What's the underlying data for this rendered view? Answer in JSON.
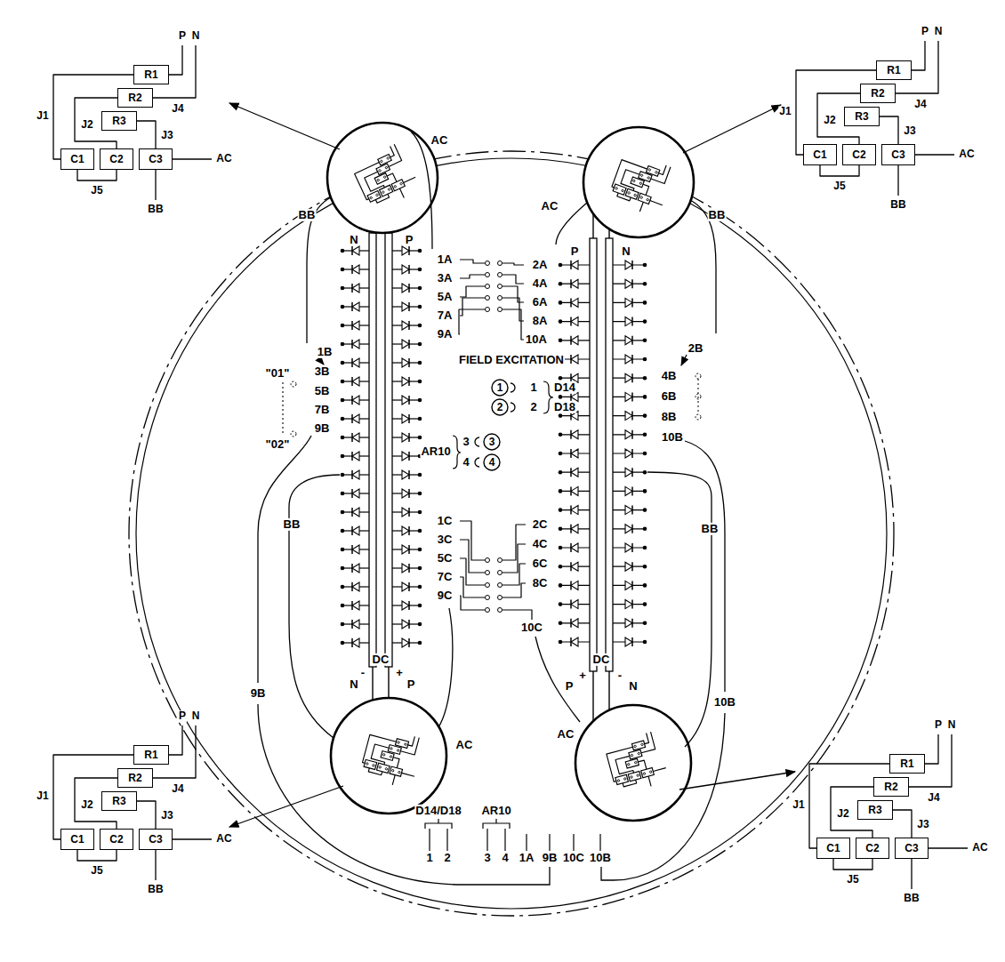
{
  "diagram": {
    "nodes": [
      {
        "text": [
          "R1"
        ]
      },
      {
        "text": [
          "R2"
        ]
      },
      {
        "text": [
          "R3"
        ]
      },
      {
        "text": [
          "C1"
        ]
      },
      {
        "text": [
          "C2"
        ]
      },
      {
        "text": [
          "C3"
        ]
      },
      {
        "text": [
          "R1"
        ]
      },
      {
        "text": [
          "R2"
        ]
      },
      {
        "text": [
          "R3"
        ]
      },
      {
        "text": [
          "C1"
        ]
      },
      {
        "text": [
          "C2"
        ]
      },
      {
        "text": [
          "C3"
        ]
      },
      {
        "text": [
          "1"
        ]
      },
      {
        "text": [
          "2"
        ]
      },
      {
        "text": [
          "3"
        ]
      },
      {
        "text": [
          "4"
        ]
      },
      {
        "text": [
          "R1"
        ]
      },
      {
        "text": [
          "R2"
        ]
      },
      {
        "text": [
          "R3"
        ]
      },
      {
        "text": [
          "C1"
        ]
      },
      {
        "text": [
          "C2"
        ]
      },
      {
        "text": [
          "C3"
        ]
      },
      {
        "text": [
          "R1"
        ]
      },
      {
        "text": [
          "R2"
        ]
      },
      {
        "text": [
          "R3"
        ]
      },
      {
        "text": [
          "C1"
        ]
      },
      {
        "text": [
          "C2"
        ]
      },
      {
        "text": [
          "C3"
        ]
      }
    ],
    "edges": [
      {
        "from": 0,
        "to": 3,
        "arrow": "none"
      },
      {
        "from": 1,
        "to": 4,
        "arrow": "none"
      },
      {
        "from": 2,
        "to": 5,
        "arrow": "none"
      },
      {
        "from": 6,
        "to": 9,
        "arrow": "none"
      },
      {
        "from": 7,
        "to": 10,
        "arrow": "none"
      },
      {
        "from": 8,
        "to": 11,
        "arrow": "none"
      },
      {
        "from": 16,
        "to": 19,
        "arrow": "none"
      },
      {
        "from": 17,
        "to": 20,
        "arrow": "none"
      },
      {
        "from": 18,
        "to": 21,
        "arrow": "none"
      },
      {
        "from": 22,
        "to": 25,
        "arrow": "none"
      },
      {
        "from": 23,
        "to": 26,
        "arrow": "none"
      },
      {
        "from": 24,
        "to": 27,
        "arrow": "none"
      }
    ],
    "labels": [
      "J1",
      "J2",
      "J3",
      "J4",
      "J5",
      "AC",
      "BB",
      "N",
      "P",
      "J1",
      "J2",
      "J3",
      "J4",
      "J5",
      "AC",
      "BB",
      "N",
      "P",
      "AC",
      "BB",
      "N",
      "P",
      "1A",
      "3A",
      "5A",
      "7A",
      "9A",
      "AC",
      "BB",
      "P",
      "N",
      "2A",
      "4A",
      "6A",
      "8A",
      "10A",
      "FIELD EXCITATION",
      "D14",
      "D18",
      "1",
      "2",
      "1B",
      "\"01\"",
      "3B",
      "5B",
      "7B",
      "9B",
      "\"02\"",
      "2B",
      "4B",
      "6B",
      "8B",
      "10B",
      "AR10",
      "3",
      "4",
      "1C",
      "3C",
      "5C",
      "7C",
      "9C",
      "2C",
      "4C",
      "6C",
      "8C",
      "BB",
      "9B",
      "DC",
      "N",
      "-",
      "+",
      "P",
      "AC",
      "10C",
      "DC",
      "P",
      "+",
      "-",
      "N",
      "AC",
      "BB",
      "10B",
      "D14/D18",
      "AR10",
      "1",
      "2",
      "3",
      "4",
      "1A",
      "9B",
      "10C",
      "10B",
      "J1",
      "J2",
      "J3",
      "J4",
      "J5",
      "AC",
      "BB",
      "N",
      "P",
      "J1",
      "J2",
      "J3",
      "J4",
      "J5",
      "AC",
      "BB",
      "N",
      "P"
    ]
  }
}
